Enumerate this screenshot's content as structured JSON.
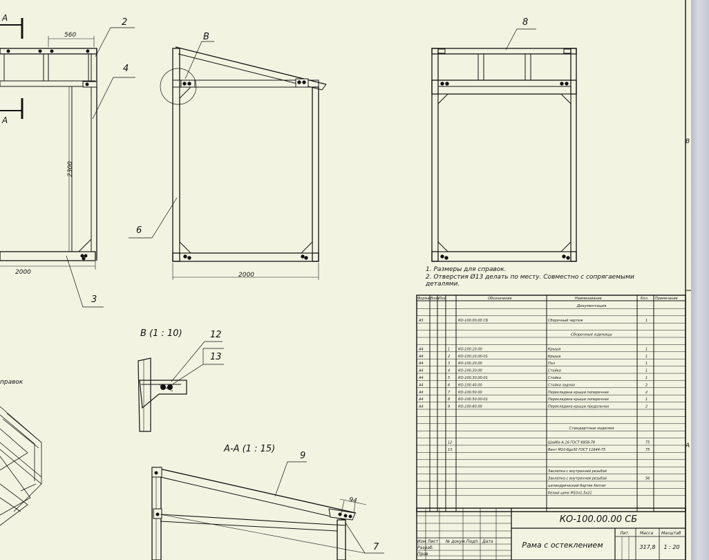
{
  "dimensions": {
    "d560": "560",
    "d2300": "2300",
    "d2000_left": "2000",
    "d2000_mid": "2000",
    "d94": "94"
  },
  "labels": {
    "section_a_top": "A",
    "section_a_bottom": "A",
    "view_b_mark": "B",
    "part_2": "2",
    "part_3": "3",
    "part_4": "4",
    "part_6": "6",
    "part_7": "7",
    "part_8": "8",
    "part_9": "9",
    "part_12": "12",
    "part_13": "13",
    "detail_b_title": "В (1 : 10)",
    "section_aa_title": "А-А (1 : 15)",
    "partial_word": "правок",
    "frame_mark_b": "В",
    "frame_mark_a": "А"
  },
  "notes": [
    "1.   Размеры для справок.",
    "2.   Отверстия Ø13 делать по месту. Совместно с сопрягаемыми",
    "       деталями."
  ],
  "spec_table": {
    "headers": [
      "Формат",
      "Зона",
      "Поз",
      "Обозначение",
      "Наименование",
      "Кол.",
      "Примечание"
    ],
    "rows": [
      {
        "format": "",
        "zone": "",
        "pos": "",
        "designation": "",
        "name": "Документация",
        "qty": "",
        "note": "",
        "section": true
      },
      {
        "format": "",
        "zone": "",
        "pos": "",
        "designation": "",
        "name": "",
        "qty": "",
        "note": ""
      },
      {
        "format": "А3",
        "zone": "",
        "pos": "",
        "designation": "КО-100.00.00 СБ",
        "name": "Сборочный чертеж",
        "qty": "1",
        "note": ""
      },
      {
        "format": "",
        "zone": "",
        "pos": "",
        "designation": "",
        "name": "",
        "qty": "",
        "note": ""
      },
      {
        "format": "",
        "zone": "",
        "pos": "",
        "designation": "",
        "name": "Сборочные единицы",
        "qty": "",
        "note": "",
        "section": true
      },
      {
        "format": "",
        "zone": "",
        "pos": "",
        "designation": "",
        "name": "",
        "qty": "",
        "note": ""
      },
      {
        "format": "А4",
        "zone": "",
        "pos": "1",
        "designation": "КО-100.10.00",
        "name": "Крыша",
        "qty": "1",
        "note": ""
      },
      {
        "format": "А4",
        "zone": "",
        "pos": "2",
        "designation": "КО-100.10.00-01",
        "name": "Крыша",
        "qty": "1",
        "note": ""
      },
      {
        "format": "А4",
        "zone": "",
        "pos": "3",
        "designation": "КО-100.20.00",
        "name": "Пол",
        "qty": "1",
        "note": ""
      },
      {
        "format": "А4",
        "zone": "",
        "pos": "4",
        "designation": "КО-100.30.00",
        "name": "Стойка",
        "qty": "1",
        "note": ""
      },
      {
        "format": "А4",
        "zone": "",
        "pos": "5",
        "designation": "КО-100.30.00-01",
        "name": "Стойка",
        "qty": "1",
        "note": ""
      },
      {
        "format": "А4",
        "zone": "",
        "pos": "6",
        "designation": "КО-100.40.00",
        "name": "Стойка задняя",
        "qty": "2",
        "note": ""
      },
      {
        "format": "А4",
        "zone": "",
        "pos": "7",
        "designation": "КО-100.50.00",
        "name": "Перекладина крыши поперечная",
        "qty": "2",
        "note": ""
      },
      {
        "format": "А4",
        "zone": "",
        "pos": "8",
        "designation": "КО-100.50.00-01",
        "name": "Перекладина крыши поперечная",
        "qty": "1",
        "note": ""
      },
      {
        "format": "А4",
        "zone": "",
        "pos": "9",
        "designation": "КО-100.60.00",
        "name": "Перекладина крыши продольная",
        "qty": "2",
        "note": ""
      },
      {
        "format": "",
        "zone": "",
        "pos": "",
        "designation": "",
        "name": "",
        "qty": "",
        "note": ""
      },
      {
        "format": "",
        "zone": "",
        "pos": "",
        "designation": "",
        "name": "",
        "qty": "",
        "note": ""
      },
      {
        "format": "",
        "zone": "",
        "pos": "",
        "designation": "",
        "name": "Стандартные изделия",
        "qty": "",
        "note": "",
        "section": true
      },
      {
        "format": "",
        "zone": "",
        "pos": "",
        "designation": "",
        "name": "",
        "qty": "",
        "note": ""
      },
      {
        "format": "",
        "zone": "",
        "pos": "12",
        "designation": "",
        "name": "Шайба А.16 ГОСТ 6958-78",
        "qty": "75",
        "note": ""
      },
      {
        "format": "",
        "zone": "",
        "pos": "13",
        "designation": "",
        "name": "Винт М10-6gх30 ГОСТ 11644-75",
        "qty": "75",
        "note": ""
      },
      {
        "format": "",
        "zone": "",
        "pos": "",
        "designation": "",
        "name": "",
        "qty": "",
        "note": ""
      },
      {
        "format": "",
        "zone": "",
        "pos": "",
        "designation": "",
        "name": "",
        "qty": "",
        "note": ""
      },
      {
        "format": "",
        "zone": "",
        "pos": "",
        "designation": "",
        "name": "Заклепка с внутренней резьбой",
        "qty": "",
        "note": ""
      },
      {
        "format": "",
        "zone": "",
        "pos": "",
        "designation": "",
        "name": "Заклепка с внутренней резьбой",
        "qty": "56",
        "note": ""
      },
      {
        "format": "",
        "zone": "",
        "pos": "",
        "designation": "",
        "name": "цилиндрический бортик Kenner",
        "qty": "",
        "note": ""
      },
      {
        "format": "",
        "zone": "",
        "pos": "",
        "designation": "",
        "name": "белый цинк М10х1,5х21",
        "qty": "",
        "note": ""
      }
    ]
  },
  "title_block": {
    "doc_code": "КО-100.00.00 СБ",
    "doc_name": "Рама с остеклением",
    "lit_label": "Лит.",
    "mass_label": "Масса",
    "scale_label": "Масштаб",
    "mass": "317,8",
    "scale": "1 : 20",
    "left_labels": [
      "Изм",
      "Лист",
      "№ докум.",
      "Подп.",
      "Дата"
    ],
    "role_labels": [
      "Разраб.",
      "Пров"
    ]
  }
}
